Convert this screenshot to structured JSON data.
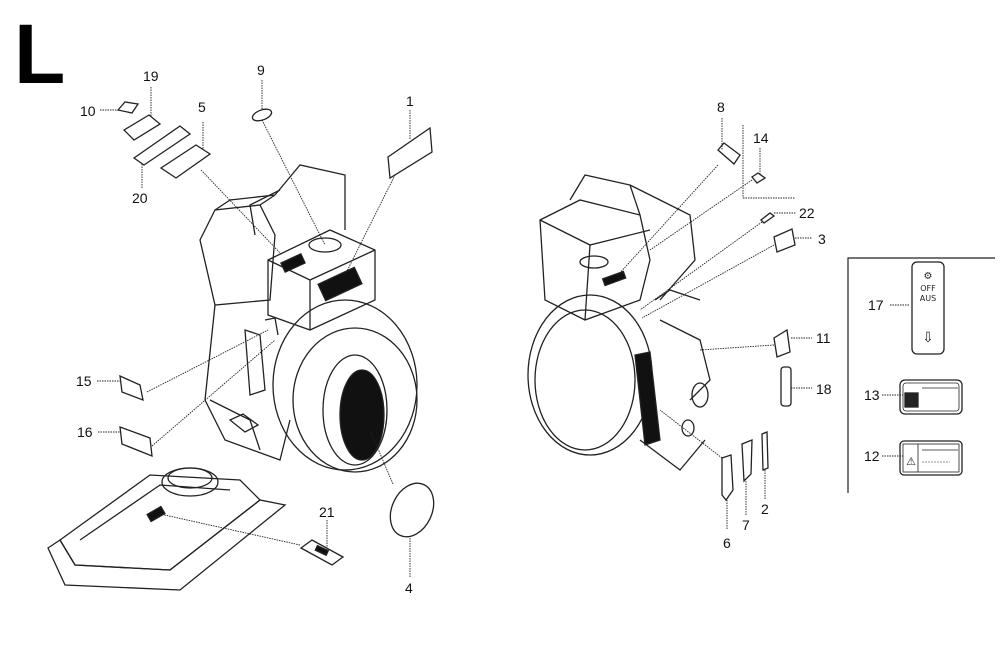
{
  "diagram": {
    "section_letter": "L",
    "title_alt": "Engine decal / label parts diagram",
    "callouts": {
      "p1": "1",
      "p2": "2",
      "p3": "3",
      "p4": "4",
      "p5": "5",
      "p6": "6",
      "p7": "7",
      "p8": "8",
      "p9": "9",
      "p10": "10",
      "p11": "11",
      "p12": "12",
      "p13": "13",
      "p14": "14",
      "p15": "15",
      "p16": "16",
      "p17": "17",
      "p18": "18",
      "p19": "19",
      "p20": "20",
      "p21": "21",
      "p22": "22"
    },
    "inset_panel": {
      "decal_17_lines": [
        "OFF",
        "AUS"
      ]
    }
  }
}
